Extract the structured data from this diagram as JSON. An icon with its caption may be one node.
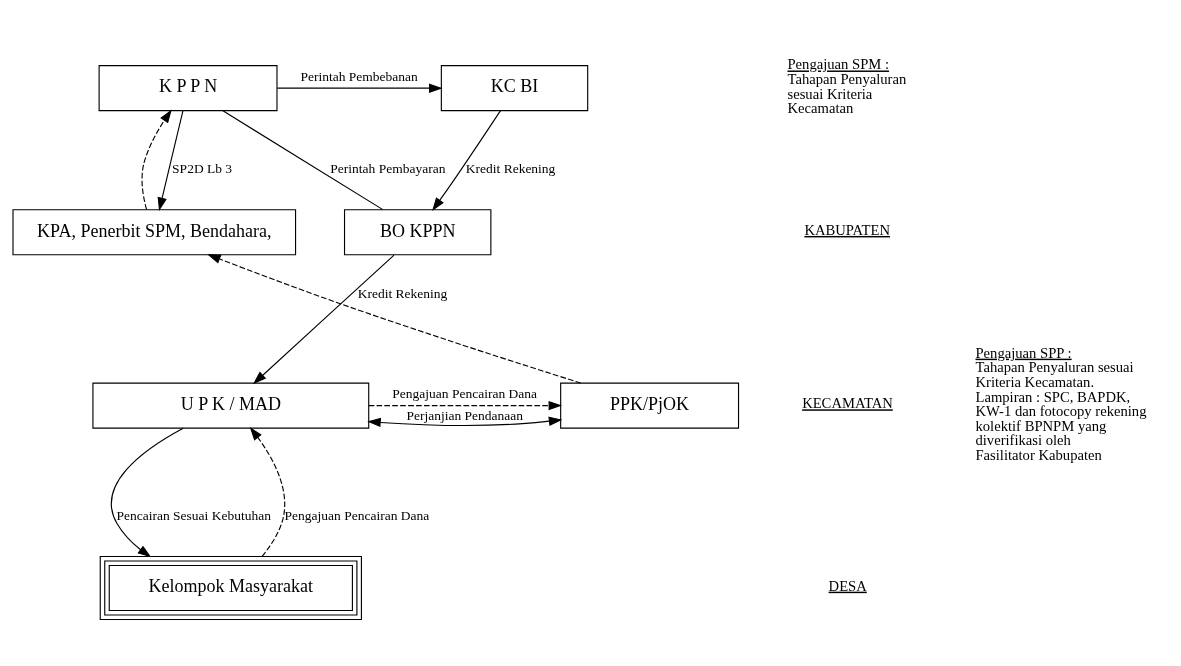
{
  "diagram": {
    "nodes": [
      {
        "text": [
          "K P P N"
        ]
      },
      {
        "text": [
          "KC BI"
        ]
      },
      {
        "text": [
          "BO KPPN"
        ]
      },
      {
        "text": [
          "KPA, Penerbit SPM, Bendahara,"
        ]
      },
      {
        "text": [
          "PPK/PjOK"
        ]
      },
      {
        "text": [
          "U P K / MAD"
        ]
      },
      {
        "text": [
          "Kelompok Masyarakat"
        ]
      }
    ],
    "edges": [
      {
        "from": 3,
        "to": 0,
        "arrow": "to",
        "style": "dashed"
      },
      {
        "from": 0,
        "to": 3,
        "arrow": "to",
        "label": "SP2D Lb 3"
      },
      {
        "from": 0,
        "to": 1,
        "arrow": "to",
        "label": "Perintah Pembebanan"
      },
      {
        "from": 1,
        "to": 2,
        "arrow": "to",
        "label": "Kredit Rekening"
      },
      {
        "from": 0,
        "to": 2,
        "arrow": "none",
        "label": "Perintah Pembayaran"
      },
      {
        "from": 2,
        "to": 5,
        "arrow": "to",
        "label": "Kredit Rekening"
      },
      {
        "from": 4,
        "to": 3,
        "arrow": "to",
        "style": "dashed"
      },
      {
        "from": 4,
        "to": 5,
        "arrow": "both",
        "label": "Perjanjian Pendanaan"
      },
      {
        "from": 5,
        "to": 4,
        "arrow": "to",
        "style": "dashed",
        "label": "Pengajuan Pencairan Dana"
      },
      {
        "from": 6,
        "to": 5,
        "arrow": "to",
        "style": "dashed",
        "label": "Pengajuan Pencairan Dana"
      },
      {
        "from": 5,
        "to": 6,
        "arrow": "to",
        "label": "Pencairan Sesuai Kebutuhan"
      }
    ],
    "labels": [
      "Pengajuan SPM :",
      "Tahapan Penyaluran sesuai Kriteria Kecamatan",
      "KABUPATEN",
      "Pengajuan SPP :",
      "Tahapan Penyaluran sesuai Kriteria Kecamatan. Lampiran : SPC, BAPDK, KW-1 dan fotocopy rekening kolektif BPNPM yang diverifikasi oleh Fasilitator Kabupaten",
      "KECAMATAN",
      "DESA"
    ]
  }
}
